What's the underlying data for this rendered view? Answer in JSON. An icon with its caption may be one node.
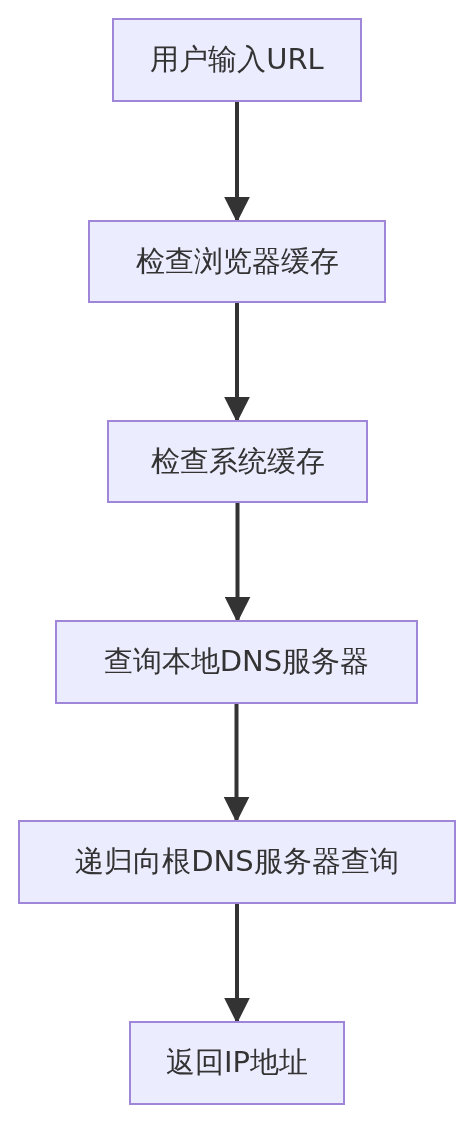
{
  "diagram": {
    "nodes": [
      {
        "text": [
          "用户输入URL"
        ]
      },
      {
        "text": [
          "检查浏览器缓存"
        ]
      },
      {
        "text": [
          "检查系统缓存"
        ]
      },
      {
        "text": [
          "查询本地DNS服务器"
        ]
      },
      {
        "text": [
          "递归向根DNS服务器查询"
        ]
      },
      {
        "text": [
          "返回IP地址"
        ]
      }
    ],
    "edges": [
      {
        "from": 0,
        "to": 1,
        "arrow": "to"
      },
      {
        "from": 1,
        "to": 2,
        "arrow": "to"
      },
      {
        "from": 2,
        "to": 3,
        "arrow": "to"
      },
      {
        "from": 3,
        "to": 4,
        "arrow": "to"
      },
      {
        "from": 4,
        "to": 5,
        "arrow": "to"
      }
    ]
  }
}
